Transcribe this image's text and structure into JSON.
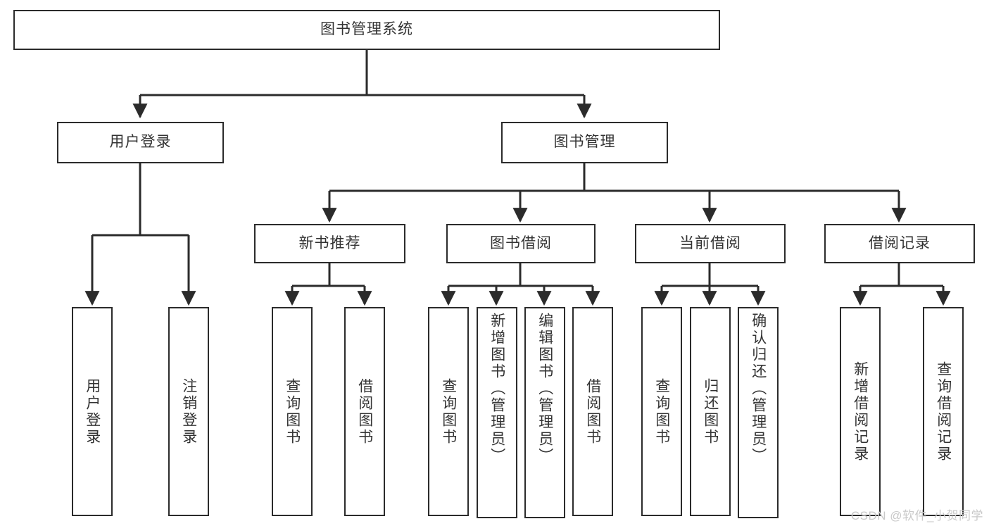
{
  "diagram": {
    "type": "tree",
    "title": "图书管理系统",
    "orientation": "top-down",
    "colors": {
      "box_border": "#2b2b2b",
      "box_fill": "#ffffff",
      "text": "#333333",
      "connector": "#2b2b2b",
      "watermark": "#c9c9c9",
      "background": "#ffffff"
    },
    "root": {
      "label": "图书管理系统"
    },
    "level2": [
      {
        "label": "用户登录"
      },
      {
        "label": "图书管理"
      }
    ],
    "level3": [
      {
        "label": "新书推荐"
      },
      {
        "label": "图书借阅"
      },
      {
        "label": "当前借阅"
      },
      {
        "label": "借阅记录"
      }
    ],
    "leaves": {
      "user_login": [
        {
          "label": "用户登录"
        },
        {
          "label": "注销登录"
        }
      ],
      "new_book_recommend": [
        {
          "label": "查询图书"
        },
        {
          "label": "借阅图书"
        }
      ],
      "book_borrow": [
        {
          "label": "查询图书"
        },
        {
          "label": "新增图书（管理员）"
        },
        {
          "label": "编辑图书（管理员）"
        },
        {
          "label": "借阅图书"
        }
      ],
      "current_borrow": [
        {
          "label": "查询图书"
        },
        {
          "label": "归还图书"
        },
        {
          "label": "确认归还（管理员）"
        }
      ],
      "borrow_record": [
        {
          "label": "新增借阅记录"
        },
        {
          "label": "查询借阅记录"
        }
      ]
    }
  },
  "watermark": {
    "text": "CSDN @软件_小贺同学"
  }
}
